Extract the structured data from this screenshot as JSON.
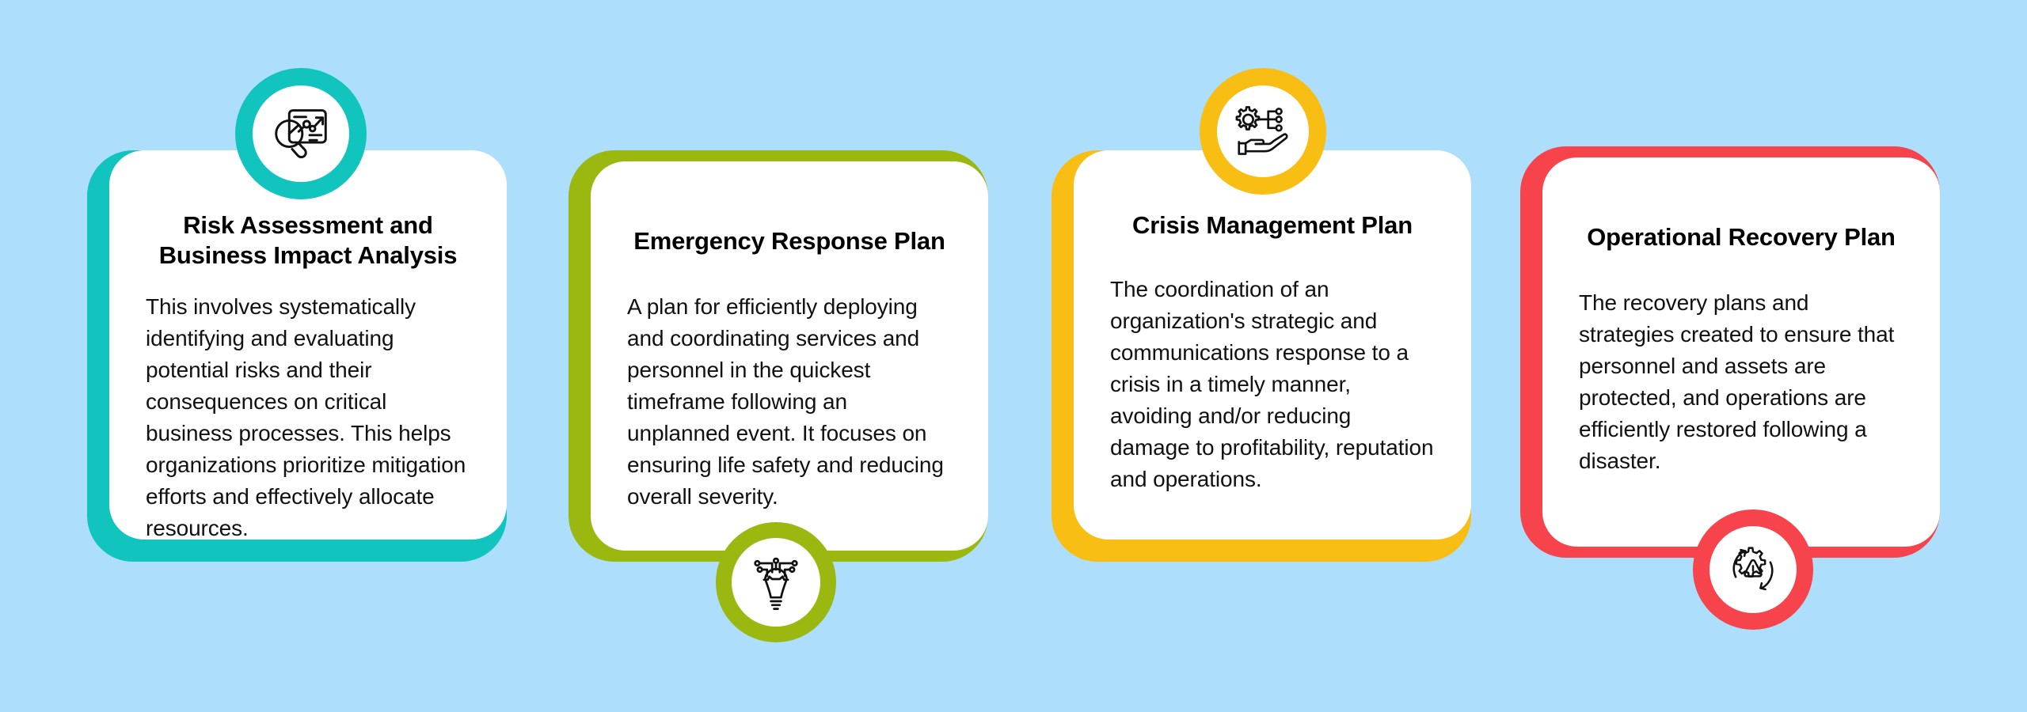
{
  "background_color": "#ADDEFB",
  "cards": [
    {
      "id": "risk-assessment",
      "title": "Risk Assessment and Business Impact Analysis",
      "body": "This involves systematically identifying and evaluating potential risks and their consequences on critical business processes. This helps organizations prioritize mitigation efforts and effectively allocate resources.",
      "accent_color": "#12C4BE",
      "icon_name": "magnifier-chart-analysis-icon",
      "icon_position": "top"
    },
    {
      "id": "emergency-response",
      "title": "Emergency Response Plan",
      "body": "A plan for efficiently deploying and coordinating services and personnel in the quickest timeframe following an unplanned event. It focuses on ensuring life safety and reducing overall severity.",
      "accent_color": "#9AB810",
      "icon_name": "lightbulb-circuit-idea-icon",
      "icon_position": "bottom"
    },
    {
      "id": "crisis-management",
      "title": "Crisis Management Plan",
      "body": "The coordination of an organization's strategic and communications response to a crisis in a timely manner, avoiding and/or reducing damage to profitability, reputation and operations.",
      "accent_color": "#F8BE14",
      "icon_name": "hand-holding-gear-network-icon",
      "icon_position": "top"
    },
    {
      "id": "operational-recovery",
      "title": "Operational Recovery Plan",
      "body": "The recovery plans and strategies created to ensure that personnel and assets are protected, and operations are efficiently restored following a disaster.",
      "accent_color": "#F7434B",
      "icon_name": "gear-warning-recovery-cycle-icon",
      "icon_position": "bottom"
    }
  ]
}
